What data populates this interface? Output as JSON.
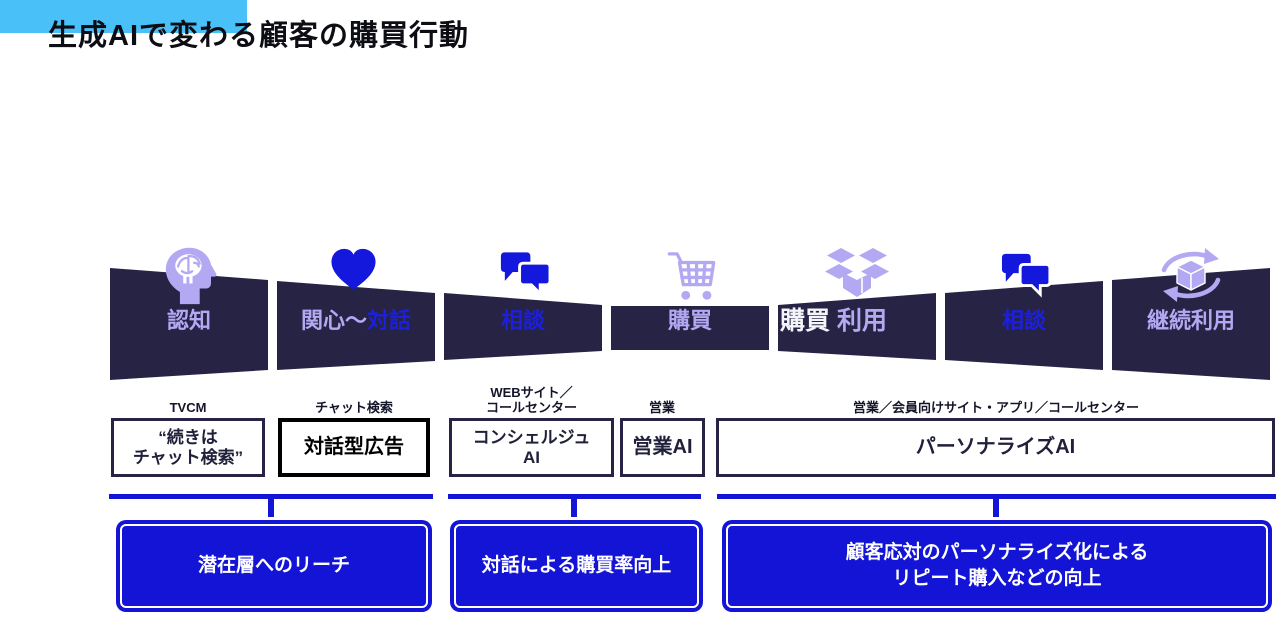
{
  "title": {
    "text": "生成AIで変わる顧客の購買行動"
  },
  "colors": {
    "accent_cyan": "#49c0f7",
    "funnel_navy": "#262345",
    "icon_purple": "#b3a9f3",
    "icon_blue": "#1418dc",
    "text_blue": "#1c1fdd",
    "outcome_blue": "#1414d6"
  },
  "funnel": {
    "stages": [
      {
        "icon": "head-brain-icon",
        "parts": [
          {
            "text": "認知",
            "color": "#b3a9f3"
          }
        ]
      },
      {
        "icon": "heart-icon",
        "parts": [
          {
            "text": "関心〜",
            "color": "#b3a9f3"
          },
          {
            "text": "対話",
            "color": "#1c1fdd"
          }
        ]
      },
      {
        "icon": "chat-bubbles-icon",
        "parts": [
          {
            "text": "相談",
            "color": "#1c1fdd"
          }
        ]
      },
      {
        "icon": "cart-icon",
        "parts": [
          {
            "text": "購買",
            "color": "#b3a9f3"
          }
        ]
      },
      {
        "icon": "open-box-icon",
        "parts": [
          {
            "text": "購買 ",
            "color": "#f4f4fa"
          },
          {
            "text": "利用",
            "color": "#b3a9f3"
          }
        ]
      },
      {
        "icon": "chat-bubbles-icon",
        "parts": [
          {
            "text": "相談",
            "color": "#1c1fdd"
          }
        ]
      },
      {
        "icon": "cycle-box-icon",
        "parts": [
          {
            "text": "継続利用",
            "color": "#b3a9f3"
          }
        ]
      }
    ]
  },
  "channels": [
    {
      "label": "TVCM",
      "line1": "“続きは",
      "line2": "チャット検索”"
    },
    {
      "label": "チャット検索",
      "line1": "対話型広告"
    },
    {
      "label": "WEBサイト／",
      "label2": "コールセンター",
      "line1": "コンシェルジュ",
      "line2": "AI"
    },
    {
      "label": "営業",
      "line1": "営業AI"
    },
    {
      "label": "営業／会員向けサイト・アプリ／コールセンター",
      "line1": "パーソナライズAI"
    }
  ],
  "outcomes": [
    {
      "line1": "潜在層へのリーチ"
    },
    {
      "line1": "対話による購買率向上"
    },
    {
      "line1": "顧客応対のパーソナライズ化による",
      "line2": "リピート購入などの向上"
    }
  ]
}
